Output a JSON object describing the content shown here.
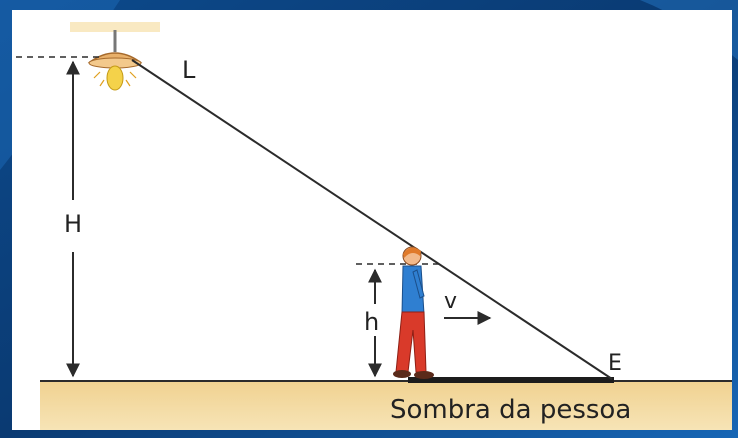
{
  "labels": {
    "lamp": "L",
    "lamp_height": "H",
    "person_height": "h",
    "velocity": "v",
    "shadow_end": "E",
    "caption": "Sombra da pessoa"
  },
  "colors": {
    "slide_background": "#0b3f7a",
    "paper": "#ffffff",
    "ground_strip": "#f3d99d",
    "line": "#2b2b2b",
    "shadow": "#1c1c1c",
    "lamp_bulb": "#f4d24a",
    "lamp_shade": "#e8b06a",
    "person_shirt": "#2f7fd1",
    "person_pants": "#d93a2a",
    "person_hair": "#e07a2a"
  }
}
